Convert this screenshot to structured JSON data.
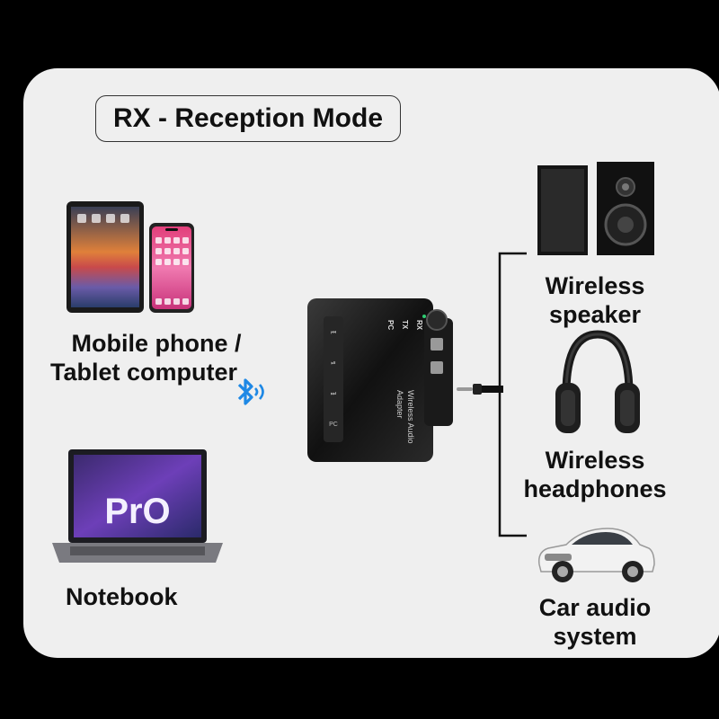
{
  "title": "RX - Reception Mode",
  "sources": {
    "mobile_label_line1": "Mobile phone /",
    "mobile_label_line2": "Tablet computer",
    "notebook_label": "Notebook",
    "laptop_screen_text": "PrO"
  },
  "adapter": {
    "brand_line1": "Wireless Audio",
    "brand_line2": "Adapter",
    "mode_labels": [
      "PC",
      "TX",
      "RX"
    ],
    "button_labels": [
      "⏮",
      "⏯",
      "⏭",
      "PC"
    ]
  },
  "outputs": {
    "speaker_line1": "Wireless",
    "speaker_line2": "speaker",
    "headphones_line1": "Wireless",
    "headphones_line2": "headphones",
    "car_line1": "Car audio",
    "car_line2": "system"
  },
  "colors": {
    "background": "#000000",
    "card": "#efefef",
    "bluetooth": "#1e88e5",
    "text": "#111111"
  },
  "icons": [
    "tablet-icon",
    "phone-icon",
    "laptop-icon",
    "bluetooth-icon",
    "adapter-device",
    "audio-jack-icon",
    "speaker-icon",
    "headphones-icon",
    "car-icon"
  ]
}
